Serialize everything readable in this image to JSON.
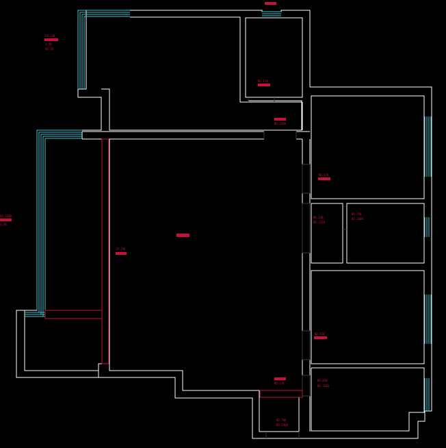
{
  "drawing": {
    "background_color": "#000000",
    "wall_color": "#ffffff",
    "window_color": "#37c6d3",
    "annotation_color": "#c8103c",
    "door_color": "#3a3a3a"
  },
  "annotations": [
    {
      "id": "tag-topleft",
      "lines": [
        "CB.240",
        "3.4B",
        "40.5B"
      ]
    },
    {
      "id": "tag-leftedge",
      "lines": [
        "DI.5200",
        "4.2B"
      ]
    },
    {
      "id": "tag-top-door",
      "lines": [
        ""
      ]
    },
    {
      "id": "tag-small-room",
      "lines": [
        "BD.170"
      ]
    },
    {
      "id": "tag-hall",
      "lines": [
        "BD.3500"
      ]
    },
    {
      "id": "tag-bed1",
      "lines": [
        "BD.470"
      ]
    },
    {
      "id": "tag-bath1",
      "lines": [
        "BD.140",
        "BD.2350"
      ]
    },
    {
      "id": "tag-bath2",
      "lines": [
        "BD.350",
        "BD.2600"
      ]
    },
    {
      "id": "tag-corridor",
      "lines": [
        "CP.250"
      ]
    },
    {
      "id": "tag-living",
      "lines": [
        ""
      ]
    },
    {
      "id": "tag-bed2",
      "lines": [
        "BD.650"
      ]
    },
    {
      "id": "tag-entry",
      "lines": [
        "BD.370"
      ]
    },
    {
      "id": "tag-bed3",
      "lines": [
        "BD.850",
        "BD.2600"
      ]
    },
    {
      "id": "tag-bottom",
      "lines": [
        "BD.700",
        "BD.2400"
      ]
    }
  ]
}
